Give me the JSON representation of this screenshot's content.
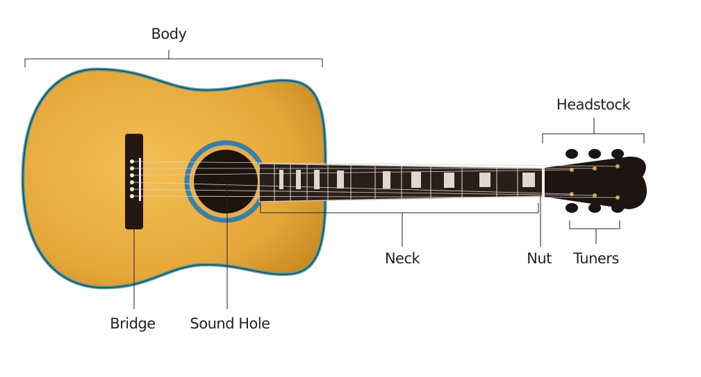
{
  "labels": {
    "body": "Body",
    "headstock": "Headstock",
    "neck": "Neck",
    "nut": "Nut",
    "tuners": "Tuners",
    "bridge": "Bridge",
    "sound_hole": "Sound Hole"
  },
  "colors": {
    "top_wood": "#e7a93c",
    "binding": "#5aa6a8",
    "fretboard": "#2a1e1a",
    "leader_line": "#231f20"
  }
}
